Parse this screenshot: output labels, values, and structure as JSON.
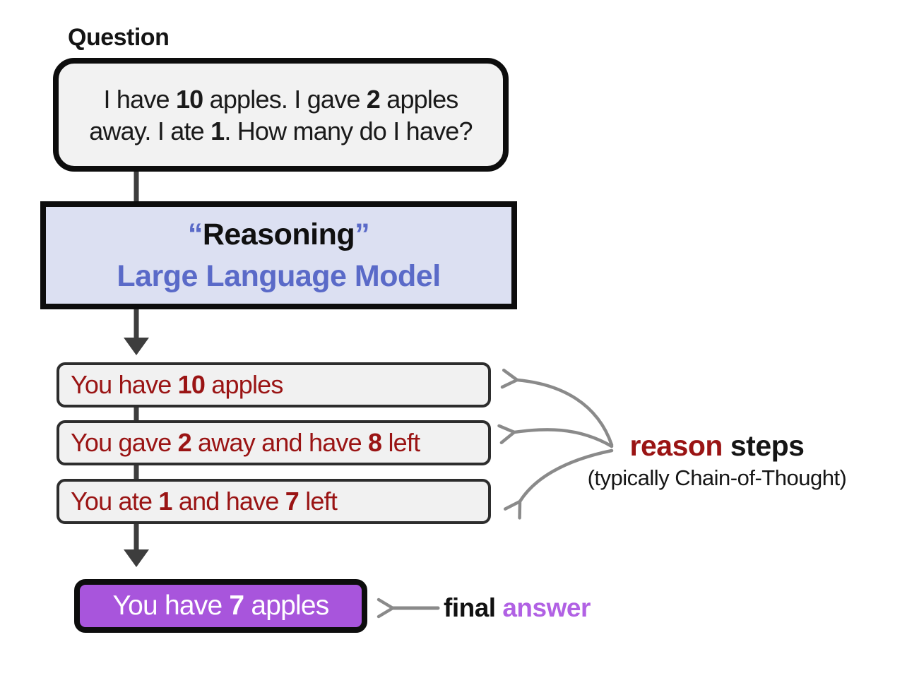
{
  "colors": {
    "box_gray": "#f2f2f2",
    "lavender": "#dce0f2",
    "blue": "#5a6ac8",
    "dark_red": "#9a1414",
    "purple_fill": "#a855dc",
    "answer_purple": "#b161e4",
    "flow_arrow_dark": "#3d3d3d",
    "annotation_arrow_gray": "#8a8a8a"
  },
  "diagram": {
    "question_label": "Question",
    "question_box": {
      "line1": [
        {
          "t": "I have "
        },
        {
          "t": "10",
          "b": true
        },
        {
          "t": " apples. I gave "
        },
        {
          "t": "2",
          "b": true
        },
        {
          "t": " apples"
        }
      ],
      "line2": [
        {
          "t": "away. I ate "
        },
        {
          "t": "1",
          "b": true
        },
        {
          "t": ". How many do I have?"
        }
      ]
    },
    "llm_box": {
      "line1": [
        {
          "t": "“",
          "b": true,
          "c": "#5a6ac8"
        },
        {
          "t": "Reasoning",
          "b": true
        },
        {
          "t": "”",
          "b": true,
          "c": "#5a6ac8"
        }
      ],
      "line2": "Large Language Model"
    },
    "steps": [
      {
        "segments": [
          {
            "t": "You have "
          },
          {
            "t": "10",
            "b": true
          },
          {
            "t": " apples"
          }
        ]
      },
      {
        "segments": [
          {
            "t": "You gave "
          },
          {
            "t": "2",
            "b": true
          },
          {
            "t": " away and have "
          },
          {
            "t": "8",
            "b": true
          },
          {
            "t": " left"
          }
        ]
      },
      {
        "segments": [
          {
            "t": "You ate "
          },
          {
            "t": "1",
            "b": true
          },
          {
            "t": " and have "
          },
          {
            "t": "7",
            "b": true
          },
          {
            "t": " left"
          }
        ]
      }
    ],
    "final_box": {
      "segments": [
        {
          "t": "You have "
        },
        {
          "t": "7",
          "b": true
        },
        {
          "t": " apples"
        }
      ]
    },
    "reason_steps_label": {
      "line1": [
        {
          "t": "reason",
          "b": true,
          "c": "#9a1414"
        },
        {
          "t": " steps",
          "b": true
        }
      ],
      "line2": "(typically Chain-of-Thought)"
    },
    "final_answer_label": {
      "segments": [
        {
          "t": "final ",
          "b": true
        },
        {
          "t": "answer",
          "b": true,
          "c": "#b161e4"
        }
      ]
    }
  }
}
